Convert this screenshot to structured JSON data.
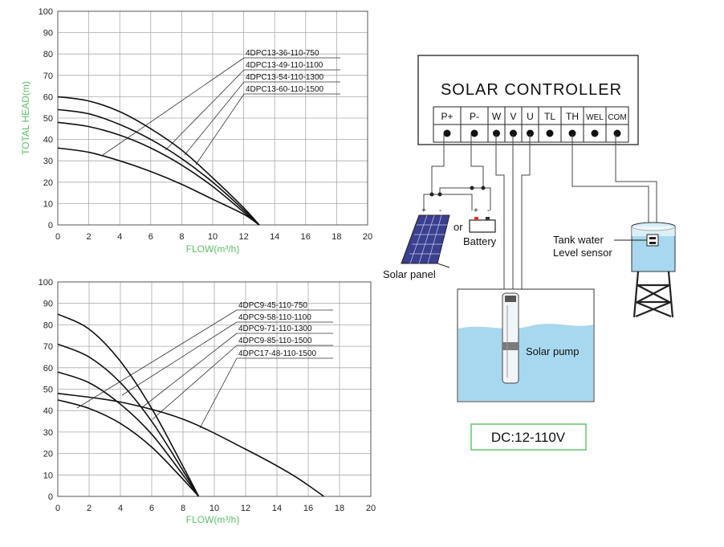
{
  "chart_data": [
    {
      "type": "line",
      "xlabel": "FLOW(m³/h)",
      "ylabel": "TOTAL HEAD(m)",
      "xlim": [
        0,
        20
      ],
      "ylim": [
        0,
        100
      ],
      "xticks": [
        "0",
        "2",
        "4",
        "6",
        "8",
        "10",
        "12",
        "14",
        "16",
        "18",
        "20"
      ],
      "yticks": [
        "0",
        "10",
        "20",
        "30",
        "40",
        "50",
        "60",
        "70",
        "80",
        "90",
        "100"
      ],
      "grid": true,
      "series": [
        {
          "name": "4DPC13-36-110-750",
          "x": [
            0,
            2,
            4,
            6,
            8,
            10,
            12,
            13
          ],
          "y": [
            36,
            34,
            30,
            25,
            19,
            12,
            5,
            0
          ]
        },
        {
          "name": "4DPC13-49-110-1100",
          "x": [
            0,
            2,
            4,
            6,
            8,
            10,
            12,
            13
          ],
          "y": [
            48,
            46,
            42,
            36,
            28,
            18,
            6,
            0
          ]
        },
        {
          "name": "4DPC13-54-110-1300",
          "x": [
            0,
            2,
            4,
            6,
            8,
            10,
            12,
            13
          ],
          "y": [
            54,
            52,
            47,
            40,
            31,
            20,
            7,
            0
          ]
        },
        {
          "name": "4DPC13-60-110-1500",
          "x": [
            0,
            2,
            4,
            6,
            8,
            10,
            12,
            13
          ],
          "y": [
            60,
            58,
            53,
            45,
            35,
            22,
            8,
            0
          ]
        }
      ]
    },
    {
      "type": "line",
      "xlabel": "FLOW(m³/h)",
      "ylabel": "",
      "xlim": [
        0,
        20
      ],
      "ylim": [
        0,
        100
      ],
      "xticks": [
        "0",
        "2",
        "4",
        "6",
        "8",
        "10",
        "12",
        "14",
        "16",
        "18",
        "20"
      ],
      "yticks": [
        "0",
        "10",
        "20",
        "30",
        "40",
        "50",
        "60",
        "70",
        "80",
        "90",
        "100"
      ],
      "grid": true,
      "series": [
        {
          "name": "4DPC9-45-110-750",
          "x": [
            0,
            2,
            4,
            6,
            8,
            9
          ],
          "y": [
            45,
            41,
            34,
            23,
            8,
            0
          ]
        },
        {
          "name": "4DPC9-58-110-1100",
          "x": [
            0,
            2,
            4,
            6,
            8,
            9
          ],
          "y": [
            58,
            53,
            43,
            29,
            10,
            0
          ]
        },
        {
          "name": "4DPC9-71-110-1300",
          "x": [
            0,
            2,
            4,
            6,
            8,
            9
          ],
          "y": [
            71,
            65,
            53,
            35,
            12,
            0
          ]
        },
        {
          "name": "4DPC9-85-110-1500",
          "x": [
            0,
            2,
            4,
            6,
            8,
            9
          ],
          "y": [
            85,
            78,
            63,
            41,
            14,
            0
          ]
        },
        {
          "name": "4DPC17-48-110-1500",
          "x": [
            0,
            4,
            8,
            12,
            15,
            17
          ],
          "y": [
            48,
            44,
            36,
            22,
            10,
            0
          ]
        }
      ]
    }
  ],
  "diagram": {
    "controller_title": "SOLAR CONTROLLER",
    "terminals": [
      "P+",
      "P-",
      "W",
      "V",
      "U",
      "TL",
      "TH",
      "WEL",
      "COM"
    ],
    "solar_panel_label": "Solar panel",
    "or_label": "or",
    "battery_label": "Battery",
    "tank_label_line1": "Tank water",
    "tank_label_line2": "Level sensor",
    "pump_label": "Solar pump",
    "voltage_label": "DC:12-110V",
    "plus_sign": "+",
    "minus_sign": "-",
    "water_color": "#a8d8f0",
    "panel_color": "#3b3f8f",
    "accent_green": "#5cbf66"
  }
}
